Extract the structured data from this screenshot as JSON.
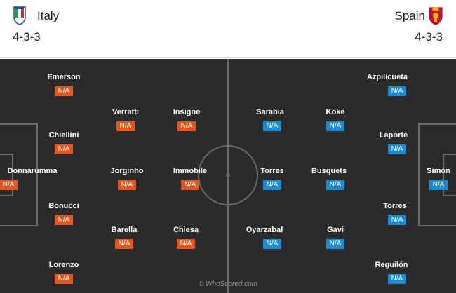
{
  "home": {
    "name": "Italy",
    "formation": "4-3-3",
    "crest_icon": "italy-crest-icon",
    "rating_color": "#e4561e",
    "players": [
      {
        "name": "Emerson",
        "rating": "N/A"
      },
      {
        "name": "Chiellini",
        "rating": "N/A"
      },
      {
        "name": "Donnarumma",
        "rating": "N/A"
      },
      {
        "name": "Bonucci",
        "rating": "N/A"
      },
      {
        "name": "Lorenzo",
        "rating": "N/A"
      },
      {
        "name": "Verratti",
        "rating": "N/A"
      },
      {
        "name": "Jorginho",
        "rating": "N/A"
      },
      {
        "name": "Barella",
        "rating": "N/A"
      },
      {
        "name": "Insigne",
        "rating": "N/A"
      },
      {
        "name": "Immobile",
        "rating": "N/A"
      },
      {
        "name": "Chiesa",
        "rating": "N/A"
      }
    ]
  },
  "away": {
    "name": "Spain",
    "formation": "4-3-3",
    "crest_icon": "spain-crest-icon",
    "rating_color": "#1b8bd4",
    "players": [
      {
        "name": "Azpilicueta",
        "rating": "N/A"
      },
      {
        "name": "Laporte",
        "rating": "N/A"
      },
      {
        "name": "Simón",
        "rating": "N/A"
      },
      {
        "name": "Torres",
        "rating": "N/A"
      },
      {
        "name": "Reguilón",
        "rating": "N/A"
      },
      {
        "name": "Koke",
        "rating": "N/A"
      },
      {
        "name": "Busquets",
        "rating": "N/A"
      },
      {
        "name": "Gavi",
        "rating": "N/A"
      },
      {
        "name": "Sarabia",
        "rating": "N/A"
      },
      {
        "name": "Torres",
        "rating": "N/A"
      },
      {
        "name": "Oyarzabal",
        "rating": "N/A"
      }
    ]
  },
  "pitch": {
    "background": "#2b2b2b",
    "line_color": "#6a6a6a"
  },
  "watermark": "© WhoScored.com"
}
